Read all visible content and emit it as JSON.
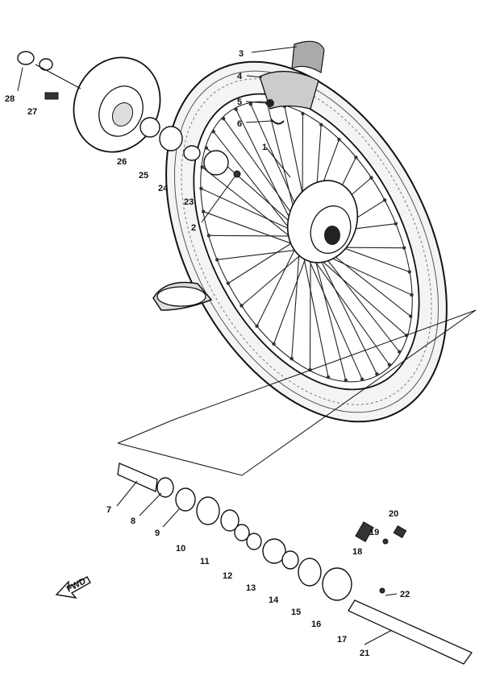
{
  "diagram": {
    "labels": [
      {
        "id": "p1",
        "text": "1"
      },
      {
        "id": "p2",
        "text": "2"
      },
      {
        "id": "p3",
        "text": "3"
      },
      {
        "id": "p4",
        "text": "4"
      },
      {
        "id": "p5",
        "text": "5"
      },
      {
        "id": "p6",
        "text": "6"
      },
      {
        "id": "p7",
        "text": "7"
      },
      {
        "id": "p8",
        "text": "8"
      },
      {
        "id": "p9",
        "text": "9"
      },
      {
        "id": "p10",
        "text": "10"
      },
      {
        "id": "p11",
        "text": "11"
      },
      {
        "id": "p12",
        "text": "12"
      },
      {
        "id": "p13",
        "text": "13"
      },
      {
        "id": "p14",
        "text": "14"
      },
      {
        "id": "p15",
        "text": "15"
      },
      {
        "id": "p16",
        "text": "16"
      },
      {
        "id": "p17",
        "text": "17"
      },
      {
        "id": "p18",
        "text": "18"
      },
      {
        "id": "p19",
        "text": "19"
      },
      {
        "id": "p20",
        "text": "20"
      },
      {
        "id": "p21",
        "text": "21"
      },
      {
        "id": "p22",
        "text": "22"
      },
      {
        "id": "p23",
        "text": "23"
      },
      {
        "id": "p24",
        "text": "24"
      },
      {
        "id": "p25",
        "text": "25"
      },
      {
        "id": "p26a",
        "text": "26"
      },
      {
        "id": "p26b",
        "text": "26"
      },
      {
        "id": "p27",
        "text": "27"
      },
      {
        "id": "p28",
        "text": "28"
      }
    ],
    "front_arrow": "FWD"
  }
}
